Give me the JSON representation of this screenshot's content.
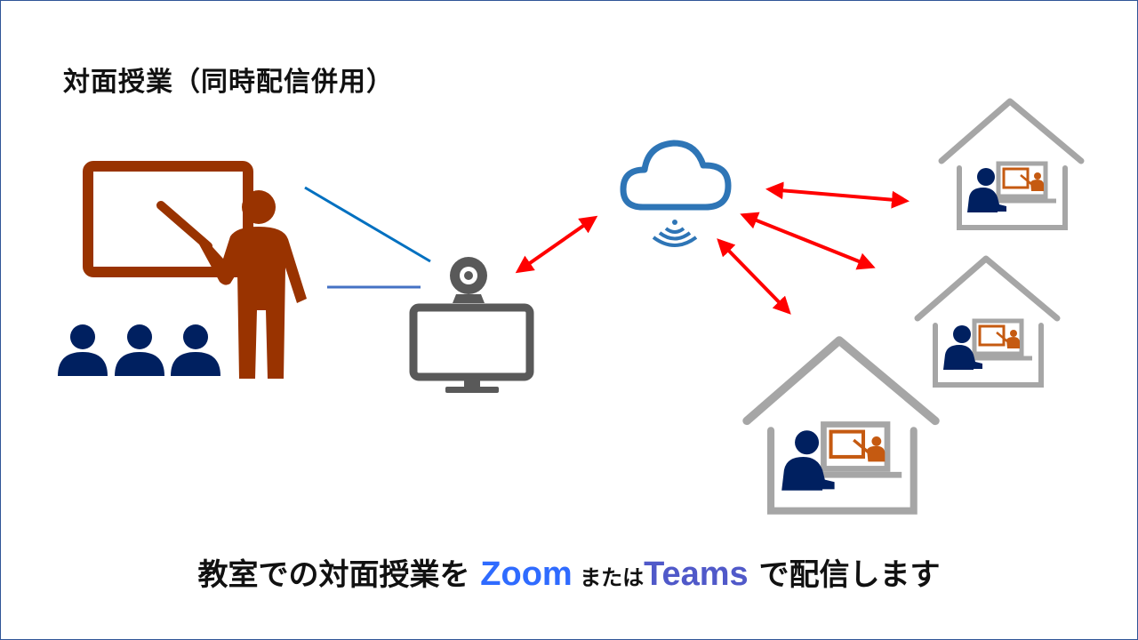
{
  "title": "対面授業（同時配信併用）",
  "caption": {
    "part1": "教室での対面授業を ",
    "zoom": "Zoom",
    "middle": " または",
    "teams": "Teams",
    "part2": " で配信します"
  },
  "colors": {
    "teacher": "#993300",
    "students": "#002060",
    "arrows": "#ff0000",
    "cloud": "#2e75b6",
    "device": "#595959",
    "house": "#a6a6a6",
    "remote_teacher": "#c55a11",
    "zoom": "#2f6bff",
    "teams": "#5059c9"
  },
  "icons": [
    "teacher-whiteboard-icon",
    "audience-icon",
    "webcam-monitor-icon",
    "cloud-wifi-icon",
    "home-study-icon"
  ]
}
